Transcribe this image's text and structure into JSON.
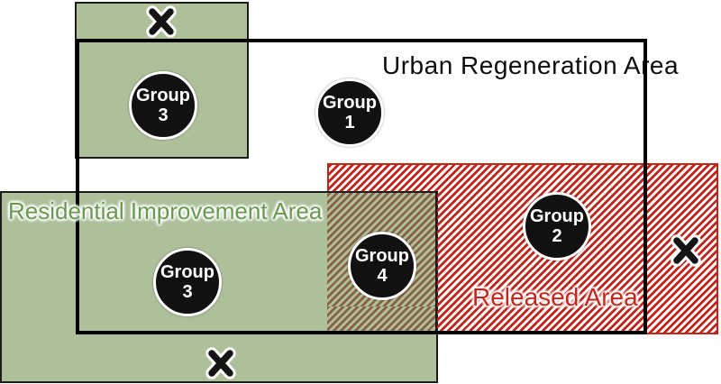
{
  "colors": {
    "green-fill": "#adc09a",
    "box-border": "#1c1c1c",
    "urban-border": "#000000",
    "hatch-red": "#c0241a",
    "hatch-brown": "#8a6144",
    "residential-label": "#68994f",
    "released-label": "#c5251b",
    "circle-fill": "#111111",
    "circle-text": "#ffffff"
  },
  "areas": {
    "urban_regeneration": {
      "label": "Urban Regeneration Area"
    },
    "residential_improvement": {
      "label": "Residential Improvement Area"
    },
    "released": {
      "label": "Released Area"
    }
  },
  "groups": [
    {
      "id": "group-3-upper",
      "label": "Group",
      "number": "3"
    },
    {
      "id": "group-1",
      "label": "Group",
      "number": "1"
    },
    {
      "id": "group-2",
      "label": "Group",
      "number": "2"
    },
    {
      "id": "group-3-lower",
      "label": "Group",
      "number": "3"
    },
    {
      "id": "group-4",
      "label": "Group",
      "number": "4"
    }
  ],
  "icons": {
    "x_mark": "✕"
  }
}
